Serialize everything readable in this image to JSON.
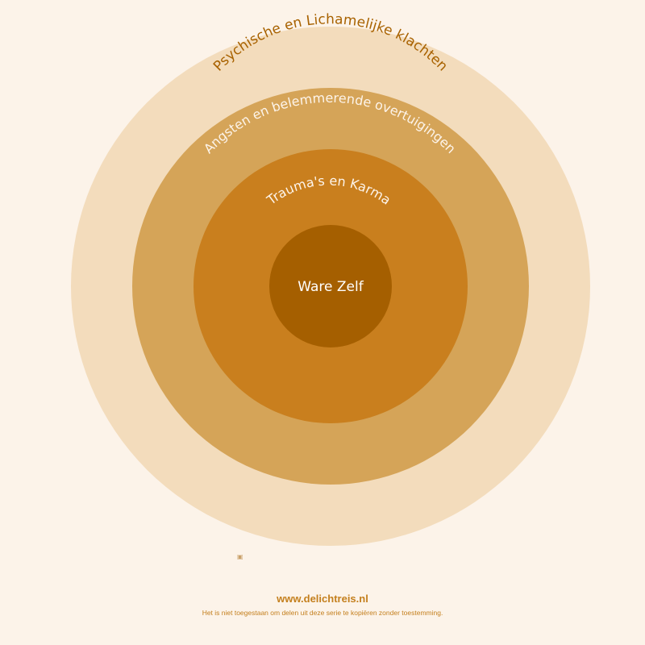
{
  "diagram": {
    "rings": [
      {
        "label": "Psychische en Lichamelijke klachten",
        "fill": "#f3dcbc",
        "text_color": "#a86200"
      },
      {
        "label": "Angsten en belemmerende overtuigingen",
        "fill": "#d5a458",
        "text_color": "#fdf4ea"
      },
      {
        "label": "Trauma's en Karma",
        "fill": "#c97f1e",
        "text_color": "#fdf4ea"
      }
    ],
    "core": {
      "label": "Ware Zelf",
      "fill": "#a55f00",
      "text_color": "#ffffff"
    }
  },
  "footer": {
    "site": "www.delichtreis.nl",
    "note": "Het is niet toegestaan om delen uit deze serie te kopiëren zonder toestemming.",
    "icon": "broken-image-icon"
  }
}
